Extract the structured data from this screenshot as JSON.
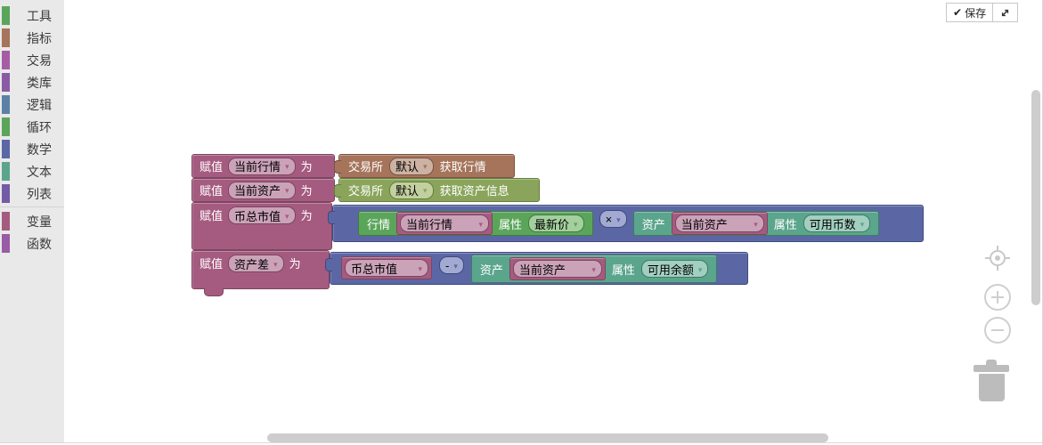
{
  "toolbar": {
    "save_label": "保存",
    "save_check": "✔"
  },
  "sidebar": {
    "items": [
      {
        "label": "工具",
        "color": "#5ba55b"
      },
      {
        "label": "指标",
        "color": "#a5745b"
      },
      {
        "label": "交易",
        "color": "#a55ca5"
      },
      {
        "label": "类库",
        "color": "#8a5ba5"
      },
      {
        "label": "逻辑",
        "color": "#5b80a5"
      },
      {
        "label": "循环",
        "color": "#5ba55b"
      },
      {
        "label": "数学",
        "color": "#5b67a5"
      },
      {
        "label": "文本",
        "color": "#5ba58c"
      },
      {
        "label": "列表",
        "color": "#745ba5"
      },
      {
        "label": "变量",
        "color": "#a55b80"
      },
      {
        "label": "函数",
        "color": "#995ba5"
      }
    ]
  },
  "keywords": {
    "assign": "赋值",
    "to": "为",
    "property": "属性",
    "exchange": "交易所",
    "market": "行情",
    "asset": "资产"
  },
  "rows": [
    {
      "var": "当前行情",
      "mode": "默认",
      "method": "获取行情"
    },
    {
      "var": "当前资产",
      "mode": "默认",
      "method": "获取资产信息"
    },
    {
      "var": "币总市值",
      "op": "×",
      "left": {
        "label": "行情",
        "var": "当前行情",
        "prop": "最新价"
      },
      "right": {
        "label": "资产",
        "var": "当前资产",
        "prop": "可用币数"
      }
    },
    {
      "var": "资产差",
      "op": "-",
      "left_var": "币总市值",
      "right": {
        "label": "资产",
        "var": "当前资产",
        "prop": "可用余额"
      }
    }
  ],
  "ui": {
    "dropdown_arrow": "▾"
  },
  "palette": {
    "variables_block": "#a55b80",
    "exchange_ticker_block": "#a5745b",
    "exchange_account_block": "#8aa55b",
    "market_block": "#5ba55b",
    "asset_block": "#5ba58c",
    "math_block": "#5b67a5",
    "sidebar_bg": "#e9e9e9",
    "scrollbar": "#cdcdcd",
    "control_gray": "#c9c9c9"
  }
}
